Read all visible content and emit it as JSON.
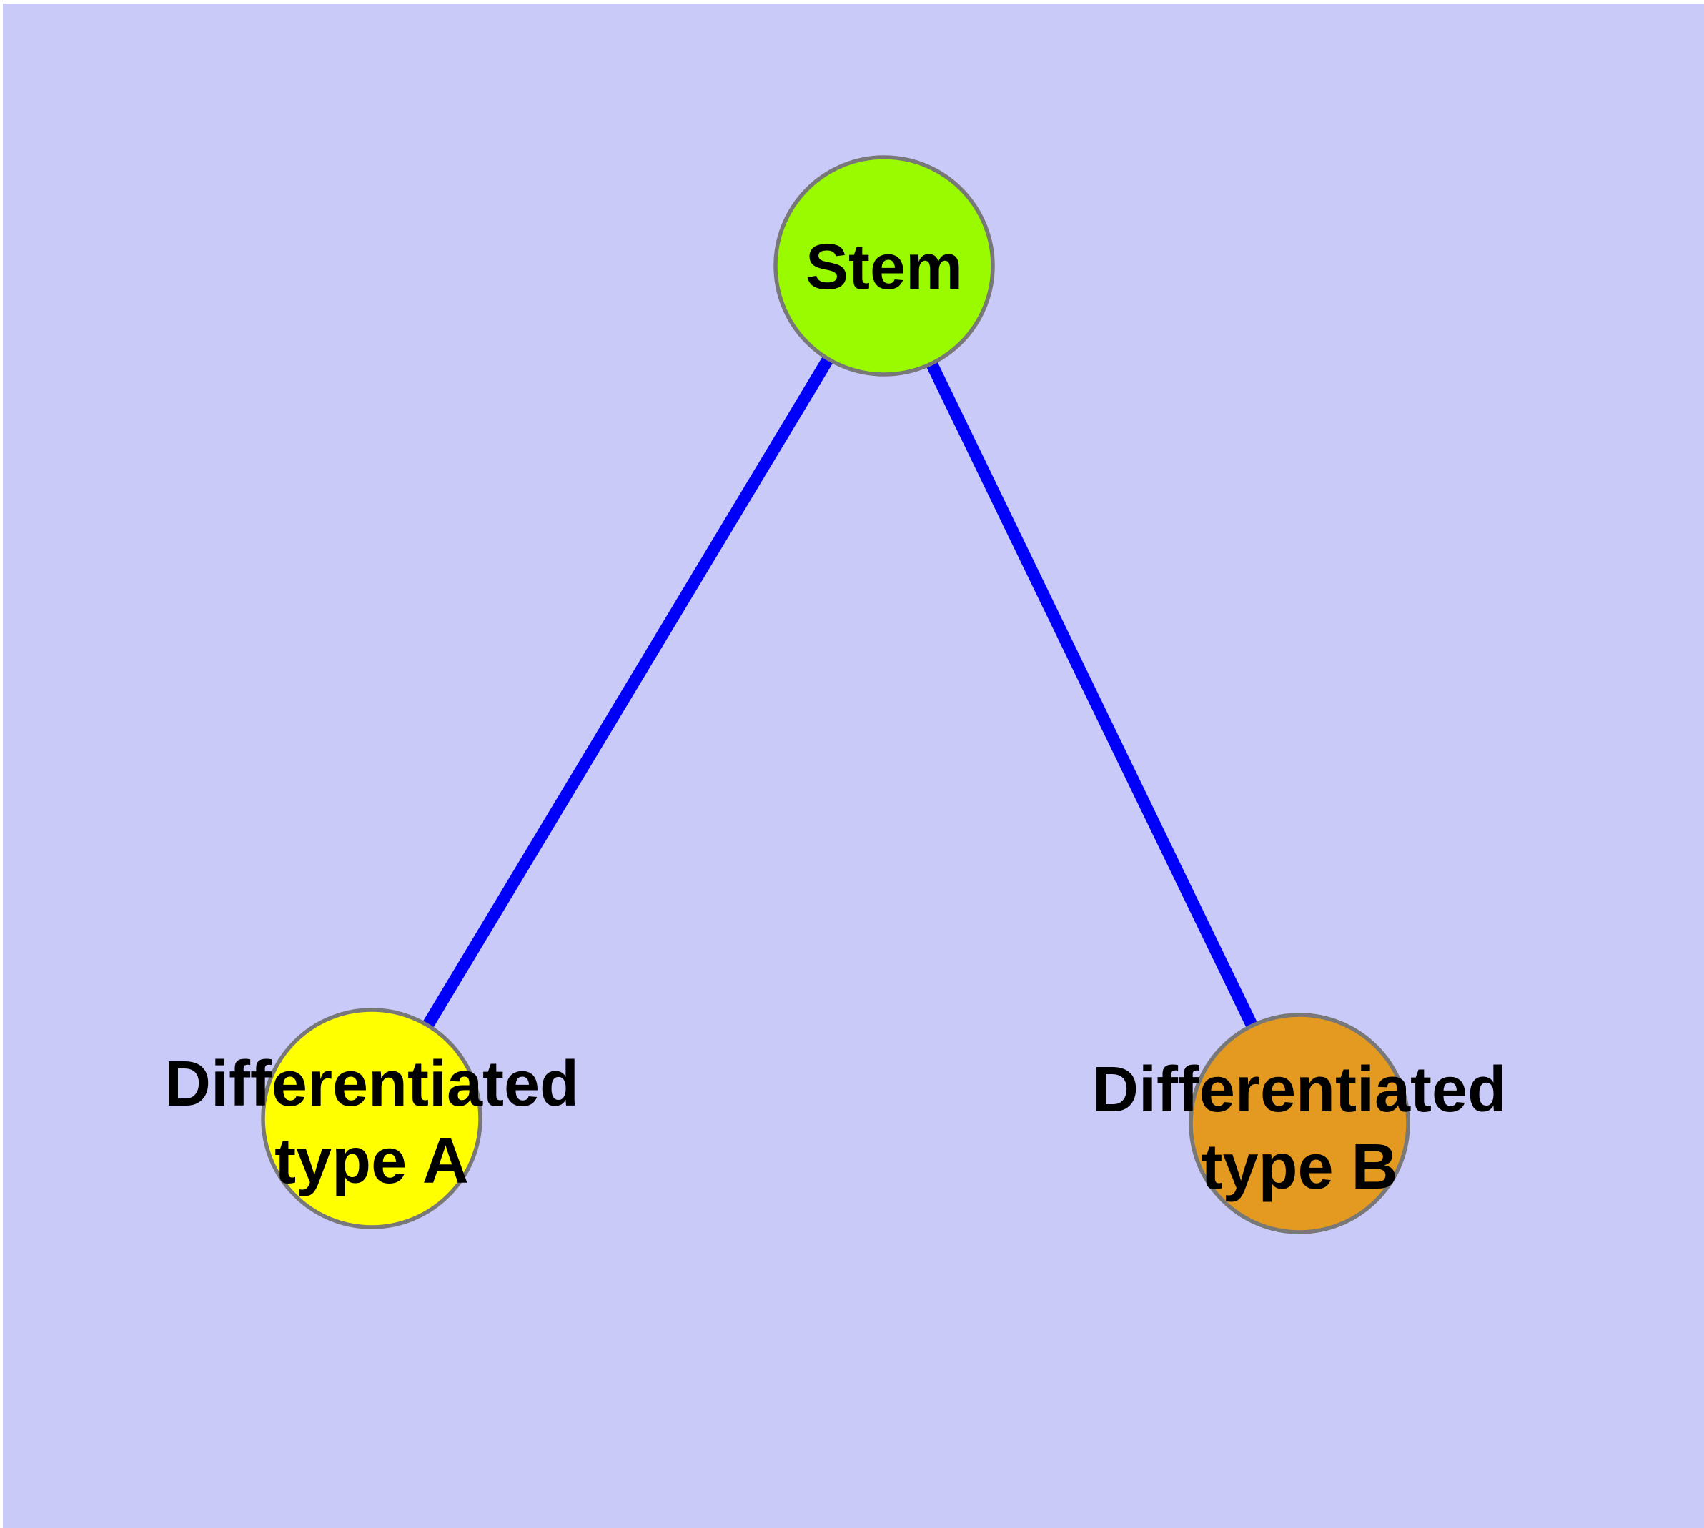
{
  "diagram": {
    "background_color": "#CACAF8",
    "page_border_color": "#FFFFFF",
    "edge_color": "#0000FA",
    "node_border_color": "#787878",
    "nodes": [
      {
        "id": "stem",
        "label": "Stem",
        "label_lines": [
          "Stem"
        ],
        "fill": "#9AFA00"
      },
      {
        "id": "differentiated-type-a",
        "label": "Differentiated type A",
        "label_lines": [
          "Differentiated",
          "type A"
        ],
        "fill": "#FFFF00"
      },
      {
        "id": "differentiated-type-b",
        "label": "Differentiated type B",
        "label_lines": [
          "Differentiated",
          "type B"
        ],
        "fill": "#E49A20"
      }
    ],
    "edges": [
      {
        "from": "stem",
        "to": "differentiated-type-a"
      },
      {
        "from": "stem",
        "to": "differentiated-type-b"
      }
    ]
  }
}
